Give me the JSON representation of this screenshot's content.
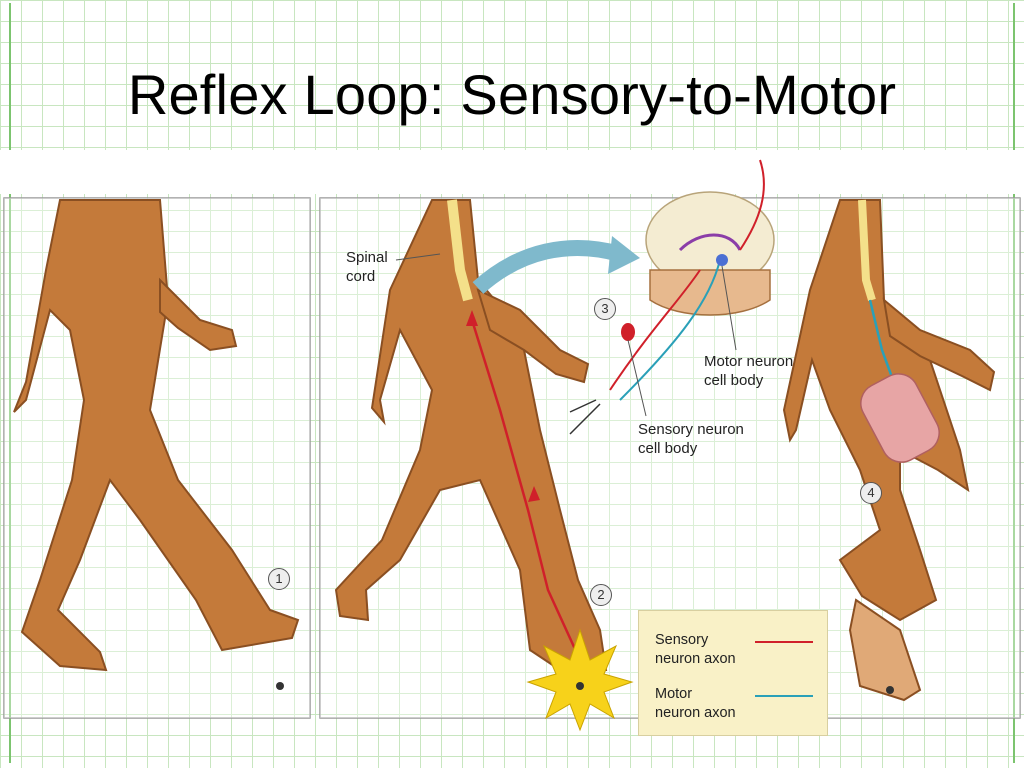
{
  "title": "Reflex Loop: Sensory-to-Motor",
  "labels": {
    "spinal_cord": "Spinal\ncord",
    "motor_neuron_cell_body": "Motor neuron\ncell body",
    "sensory_neuron_cell_body": "Sensory neuron\ncell body"
  },
  "steps": [
    "1",
    "2",
    "3",
    "4"
  ],
  "legend": {
    "sensory_label": "Sensory\nneuron axon",
    "motor_label": "Motor\nneuron axon",
    "sensory_color": "#d0202a",
    "motor_color": "#2aa0b8"
  },
  "colors": {
    "skin": "#c47a3a",
    "skin_outline": "#8a4f22",
    "spinal_cord": "#f4e08a",
    "accent_green": "#7cc46f"
  }
}
